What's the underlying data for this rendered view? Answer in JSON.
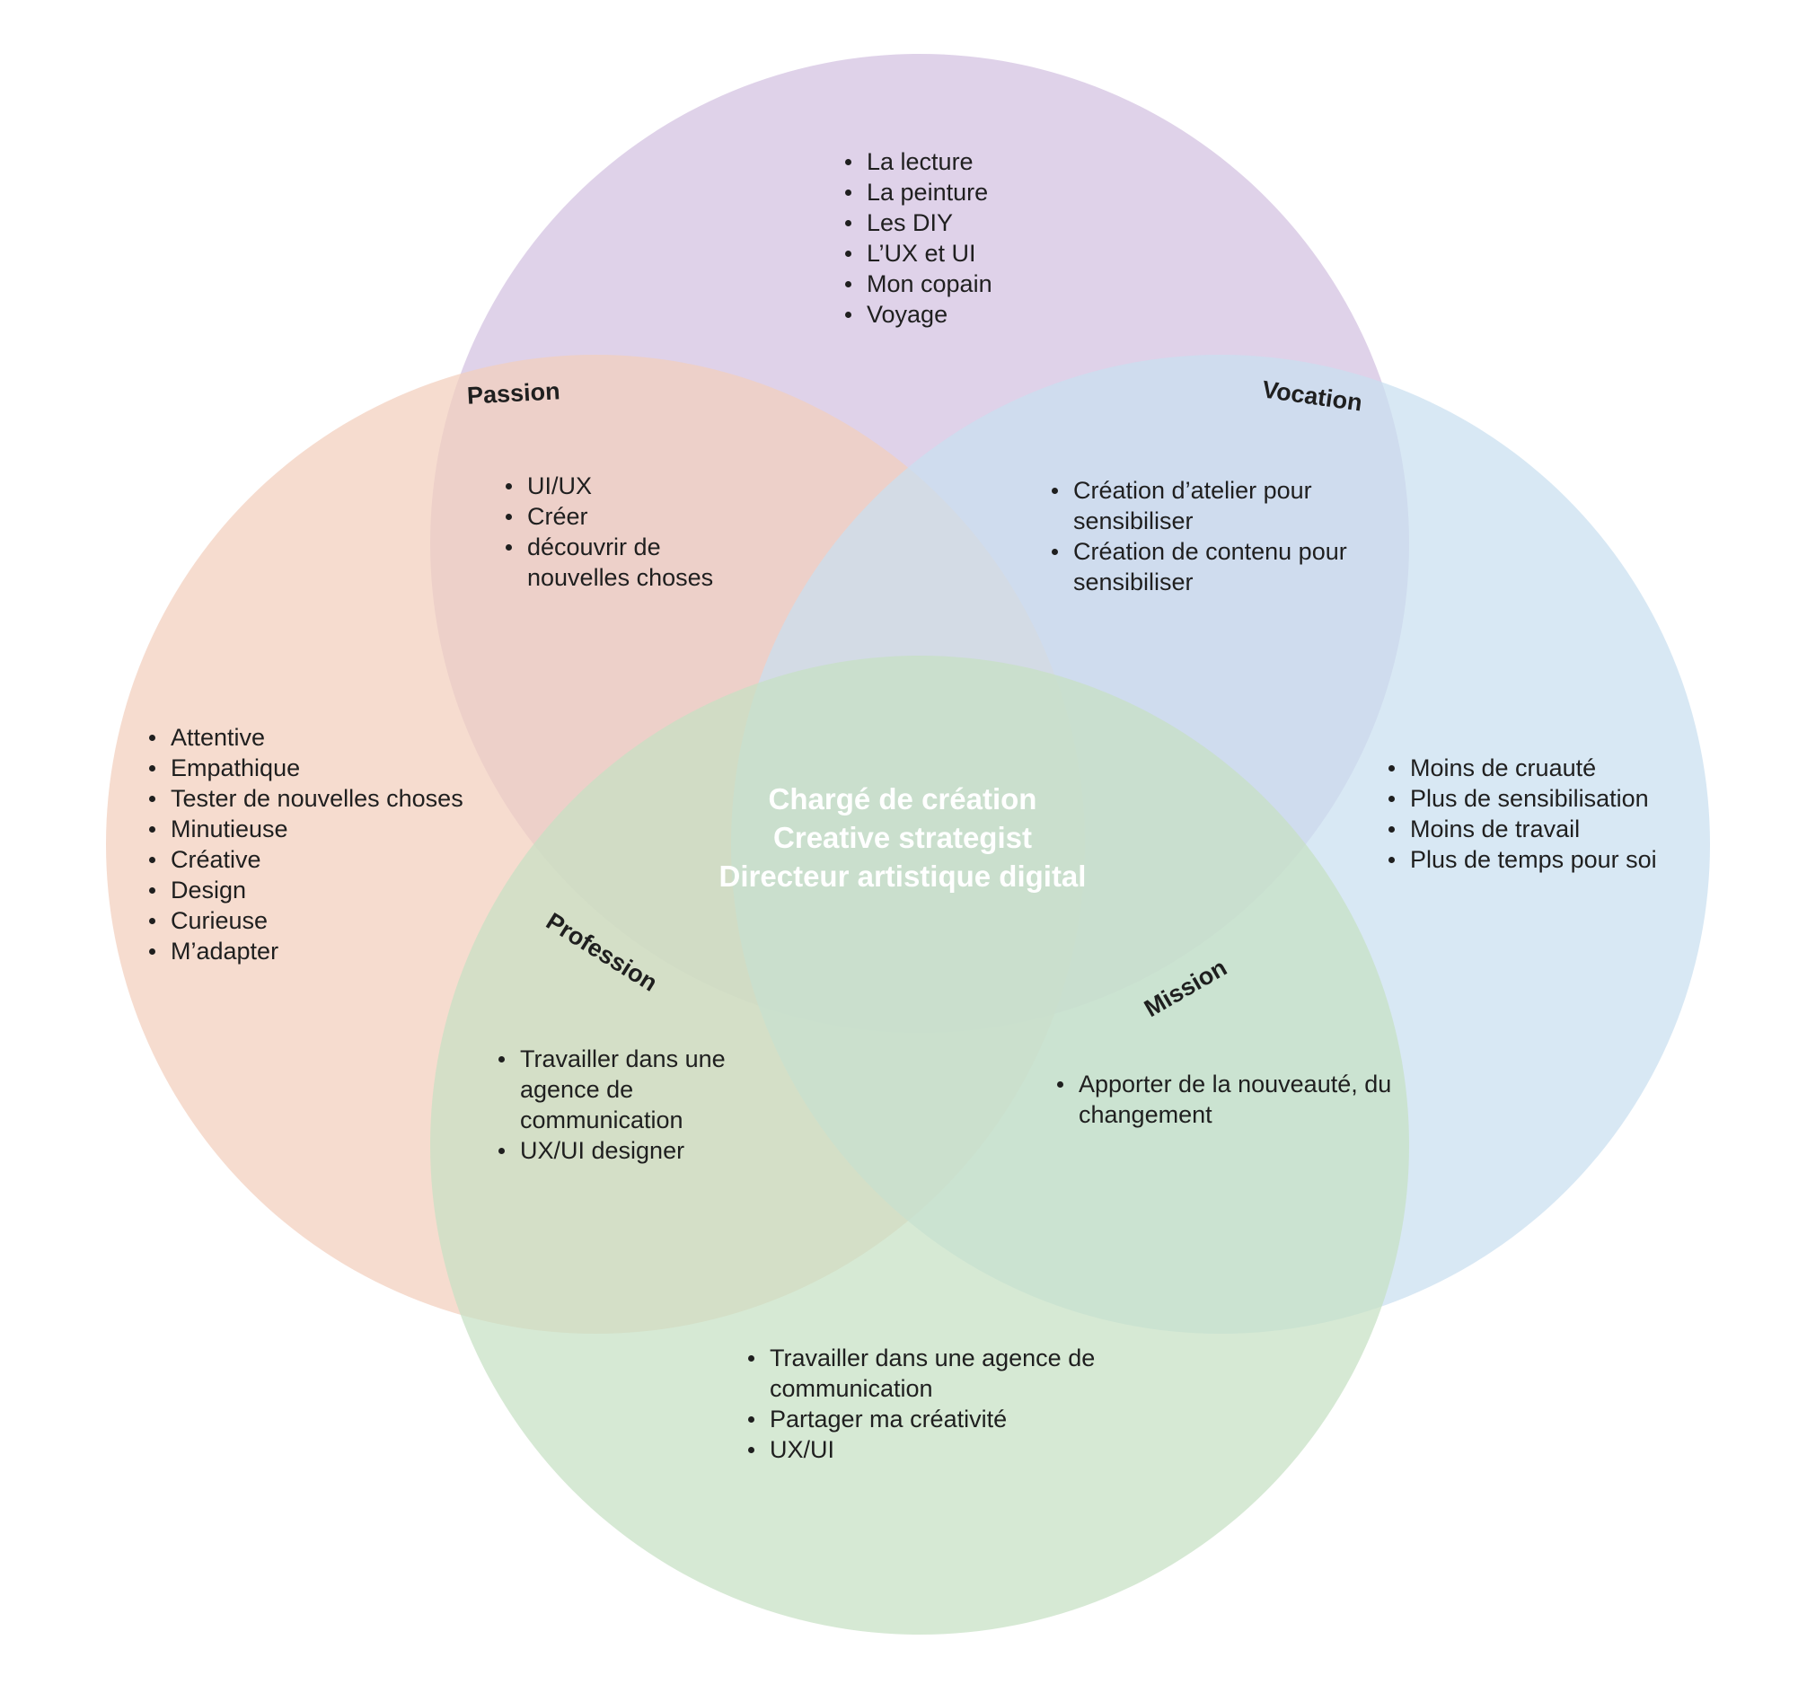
{
  "colors": {
    "passion": "#d3c1e0",
    "talent": "#f2cfbd",
    "vocation": "#c9dff0",
    "profession": "#c6e1c4"
  },
  "labels": {
    "passion": "Passion",
    "vocation": "Vocation",
    "profession": "Profession",
    "mission": "Mission"
  },
  "center": {
    "lines": [
      "Chargé de création",
      "Creative strategist",
      "Directeur artistique digital"
    ]
  },
  "lists": {
    "top": [
      "La lecture",
      "La peinture",
      "Les DIY",
      "L’UX et UI",
      "Mon copain",
      "Voyage"
    ],
    "passion": [
      "UI/UX",
      "Créer",
      "découvrir de nouvelles choses"
    ],
    "vocation": [
      "Création d’atelier pour sensibiliser",
      "Création de contenu pour sensibiliser"
    ],
    "left": [
      "Attentive",
      "Empathique",
      "Tester de nouvelles choses",
      "Minutieuse",
      "Créative",
      "Design",
      "Curieuse",
      "M’adapter"
    ],
    "right": [
      "Moins de cruauté",
      "Plus de sensibilisation",
      "Moins de travail",
      "Plus de temps pour soi"
    ],
    "profession": [
      "Travailler dans une agence de communication",
      "UX/UI designer"
    ],
    "mission": [
      "Apporter de la nouveauté, du changement"
    ],
    "bottom": [
      "Travailler dans une agence de communication",
      "Partager ma créativité",
      "UX/UI"
    ]
  }
}
